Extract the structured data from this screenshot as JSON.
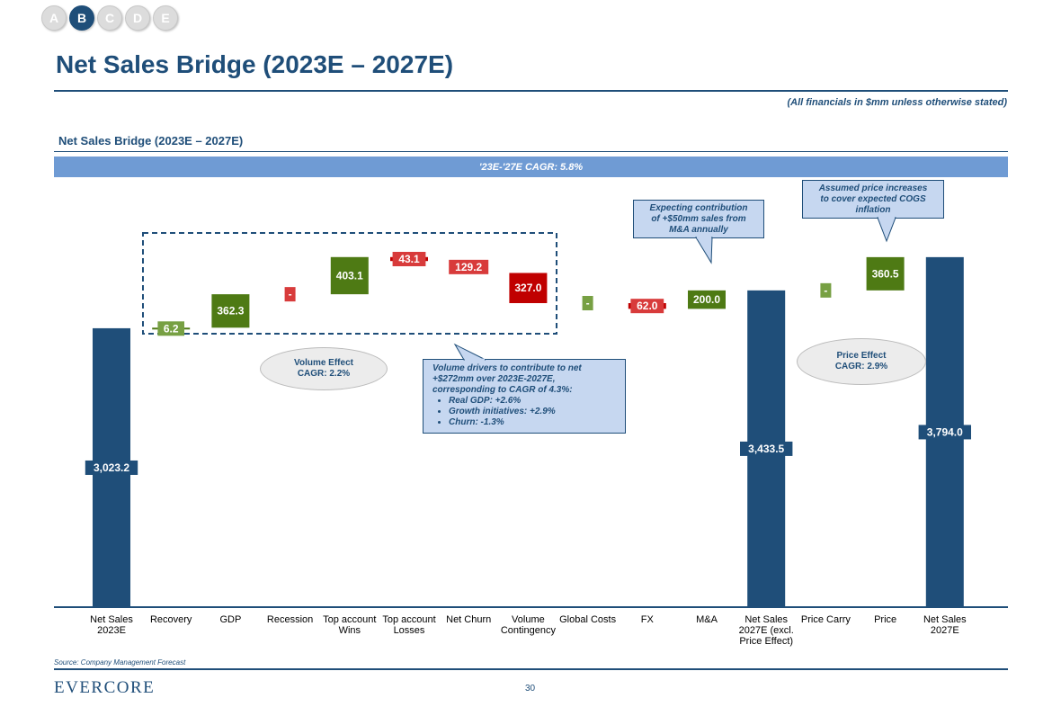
{
  "nav": {
    "tabs": [
      "A",
      "B",
      "C",
      "D",
      "E"
    ],
    "active_index": 1
  },
  "header": {
    "title": "Net Sales Bridge (2023E – 2027E)",
    "note": "(All financials in $mm unless otherwise stated)"
  },
  "section": {
    "subtitle": "Net Sales Bridge (2023E – 2027E)",
    "cagr_banner": "'23E-'27E CAGR: 5.8%"
  },
  "colors": {
    "total": "#1f4e79",
    "increase_dark": "#4e7a14",
    "increase_light": "#77a043",
    "decrease_dark": "#c00000",
    "decrease_light": "#d83b3b",
    "accent": "#1f4e79"
  },
  "chart_data": {
    "type": "bar",
    "subtype": "waterfall",
    "categories": [
      "Net Sales\n2023E",
      "Recovery",
      "GDP",
      "Recession",
      "Top account\nWins",
      "Top account\nLosses",
      "Net Churn",
      "Volume\nContingency",
      "Global Costs",
      "FX",
      "M&A",
      "Net Sales\n2027E (excl.\nPrice Effect)",
      "Price Carry",
      "Price",
      "Net Sales\n2027E"
    ],
    "values": [
      3023.2,
      6.2,
      362.3,
      null,
      403.1,
      -43.1,
      -129.2,
      -327.0,
      null,
      -62.0,
      200.0,
      3433.5,
      null,
      360.5,
      3794.0
    ],
    "value_labels": [
      "3,023.2",
      "6.2",
      "362.3",
      "-",
      "403.1",
      "43.1",
      "129.2",
      "327.0",
      "-",
      "62.0",
      "200.0",
      "3,433.5",
      "-",
      "360.5",
      "3,794.0"
    ],
    "kinds": [
      "total",
      "increase",
      "increase",
      "nil_decrease",
      "increase",
      "decrease",
      "decrease",
      "decrease",
      "nil_increase",
      "decrease",
      "increase",
      "total",
      "nil_increase",
      "increase",
      "total"
    ],
    "ylim": [
      0,
      3900
    ],
    "xlabel": "",
    "ylabel": "",
    "grid": false,
    "legend": "none"
  },
  "annotations": {
    "volume_effect": "Volume Effect\nCAGR: 2.2%",
    "price_effect": "Price Effect\nCAGR: 2.9%",
    "ma_callout": "Expecting contribution\nof +$50mm sales from\nM&A annually",
    "price_callout": "Assumed price increases\nto cover expected COGS\ninflation",
    "volume_callout": {
      "intro": "Volume drivers to contribute to net\n+$272mm over 2023E-2027E,\ncorresponding to CAGR of 4.3%:",
      "bullets": [
        "Real GDP: +2.6%",
        "Growth initiatives: +2.9%",
        "Churn: -1.3%"
      ]
    }
  },
  "footer": {
    "source": "Source: Company Management Forecast",
    "logo": "EVERCORE",
    "page": "30"
  }
}
